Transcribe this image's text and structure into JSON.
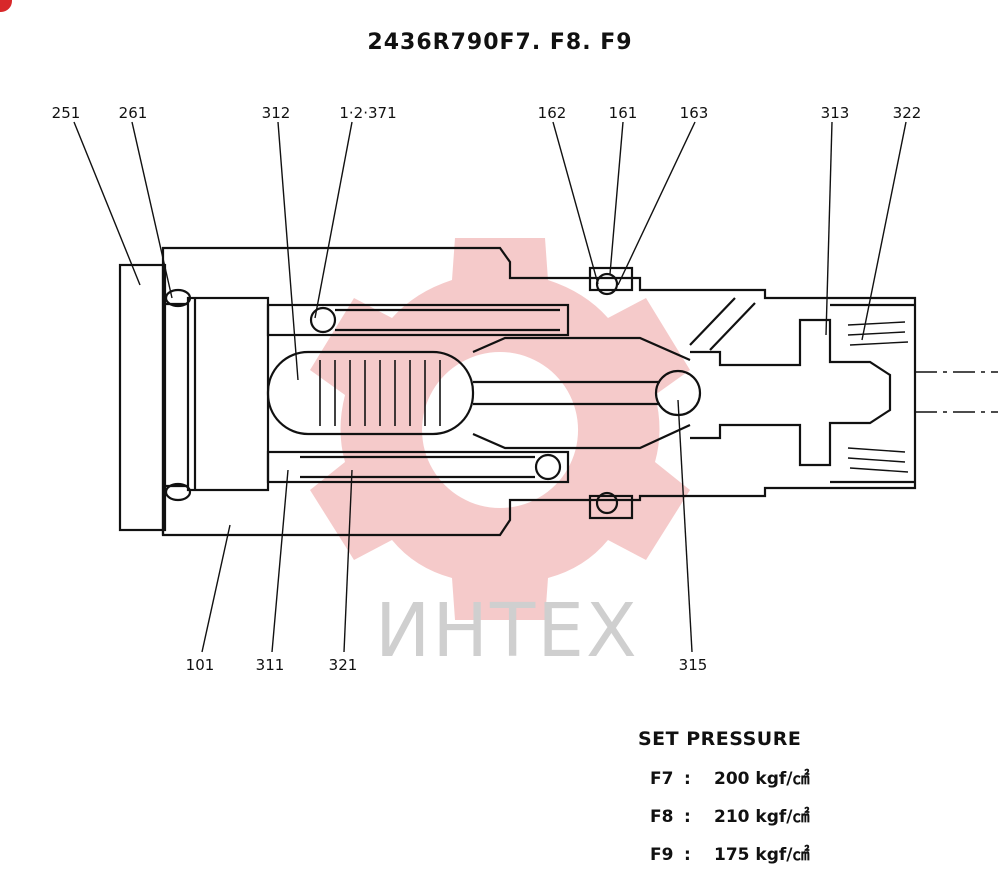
{
  "title": "2436R790F7. F8. F9",
  "watermark": "ИНТЕХ",
  "part_labels": {
    "p251": "251",
    "p261": "261",
    "p312": "312",
    "p371": "1·2·371",
    "p162": "162",
    "p161": "161",
    "p163": "163",
    "p313": "313",
    "p322": "322",
    "p101": "101",
    "p311": "311",
    "p321": "321",
    "p315": "315"
  },
  "set_pressure": {
    "heading": "SET PRESSURE",
    "rows": [
      {
        "code": "F7",
        "sep": ":",
        "value": "200 kgf/㎠"
      },
      {
        "code": "F8",
        "sep": ":",
        "value": "210 kgf/㎠"
      },
      {
        "code": "F9",
        "sep": ":",
        "value": "175 kgf/㎠"
      }
    ]
  },
  "colors": {
    "line": "#111111",
    "watermark_gear": "#f2b8b8",
    "watermark_text": "#cfcfcf",
    "corner_mark": "#d8282a"
  }
}
